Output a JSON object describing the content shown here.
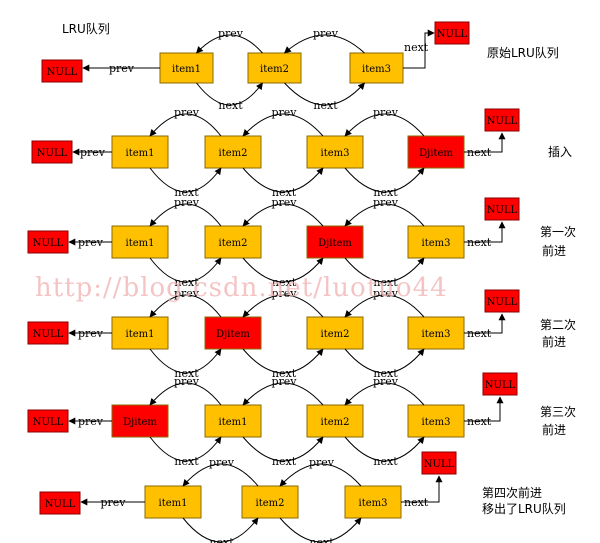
{
  "title": "LRU队列",
  "watermark": "http://blog.csdn.net/luotuo44",
  "labels": {
    "prev": "prev",
    "next": "next",
    "null": "NULL"
  },
  "colors": {
    "item": "#ffc000",
    "dj": "#ff0000",
    "null": "#ff0000"
  },
  "rows": [
    {
      "side": [
        "原始LRU队列"
      ],
      "nodes": [
        "item1",
        "item2",
        "item3"
      ]
    },
    {
      "side": [
        "插入"
      ],
      "nodes": [
        "item1",
        "item2",
        "item3",
        "Djitem"
      ]
    },
    {
      "side": [
        "第一次",
        "前进"
      ],
      "nodes": [
        "item1",
        "item2",
        "Djitem",
        "item3"
      ]
    },
    {
      "side": [
        "第二次",
        "前进"
      ],
      "nodes": [
        "item1",
        "Djitem",
        "item2",
        "item3"
      ]
    },
    {
      "side": [
        "第三次",
        "前进"
      ],
      "nodes": [
        "Djitem",
        "item1",
        "item2",
        "item3"
      ]
    },
    {
      "side": [
        "第四次前进",
        "移出了LRU队列"
      ],
      "nodes": [
        "item1",
        "item2",
        "item3"
      ]
    }
  ]
}
